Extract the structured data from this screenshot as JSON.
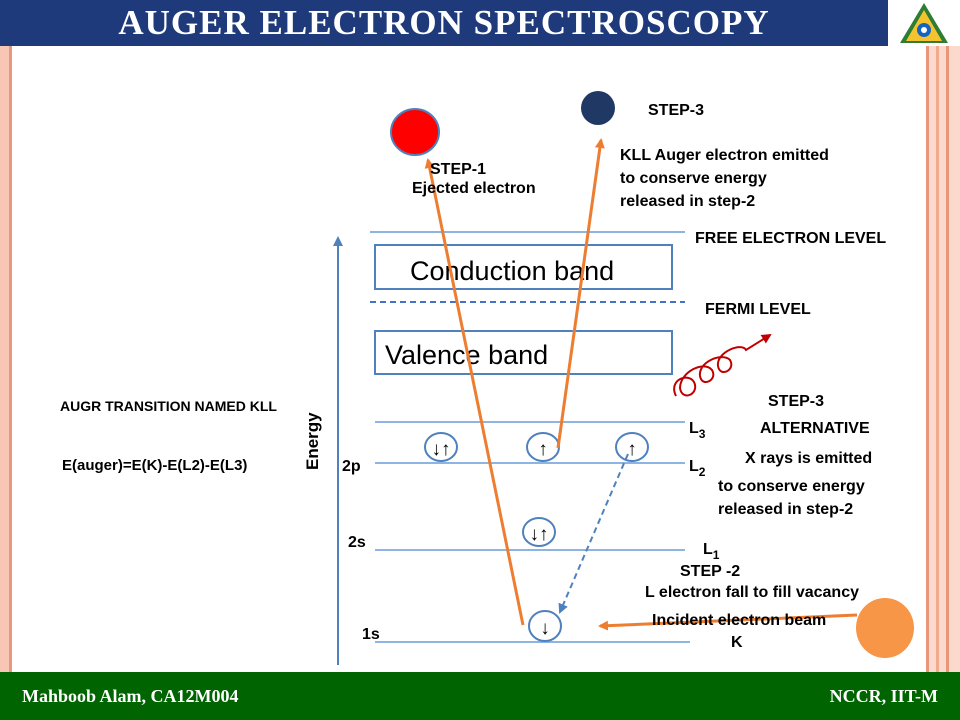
{
  "header": {
    "title": "AUGER  ELECTRON SPECTROSCOPY"
  },
  "footer": {
    "left": "Mahboob Alam,  CA12M004",
    "right": "NCCR, IIT-M"
  },
  "labels": {
    "step3_top": "STEP-3",
    "kll_line1": "KLL Auger electron  emitted",
    "kll_line2": "to conserve  energy",
    "kll_line3": "released  in step-2",
    "step1": "STEP-1",
    "ejected": "Ejected electron",
    "free_level": "FREE  ELECTRON LEVEL",
    "conduction_band": "Conduction band",
    "fermi_level": "FERMI LEVEL",
    "valence_band": "Valence band",
    "transition_named": "AUGR TRANSITION NAMED KLL",
    "auger_formula": "E(auger)=E(K)-E(L2)-E(L3)",
    "energy_axis": "Energy",
    "orbital_2p": "2p",
    "orbital_2s": "2s",
    "orbital_1s": "1s",
    "step3_alt": "STEP-3",
    "alternative": "ALTERNATIVE",
    "l3": "L",
    "l3_sub": "3",
    "l2": "L",
    "l2_sub": "2",
    "l1": "L",
    "l1_sub": "1",
    "xray_line1": "X rays is emitted",
    "xray_line2": "to conserve energy",
    "xray_line3": "released in step-2",
    "step2": "STEP -2",
    "l_electron_fall": "L electron  fall to fill vacancy",
    "incident_beam": "Incident  electron beam",
    "k_label": "K",
    "spin_2p_a": "↓↑",
    "spin_2p_b": "↑",
    "spin_2p_c": "↑",
    "spin_2s": "↓↑",
    "spin_1s": "↓"
  },
  "colors": {
    "title_bg": "#1f3a7a",
    "footer_bg": "#006400",
    "arrow_orange": "#ed7d31",
    "level_blue": "#8eb4e3",
    "ejected_red": "#ff0000",
    "auger_navy": "#1f3864",
    "beam_orange": "#f79646",
    "xray_red": "#c00000",
    "fermi_dash": "#4472c4"
  }
}
